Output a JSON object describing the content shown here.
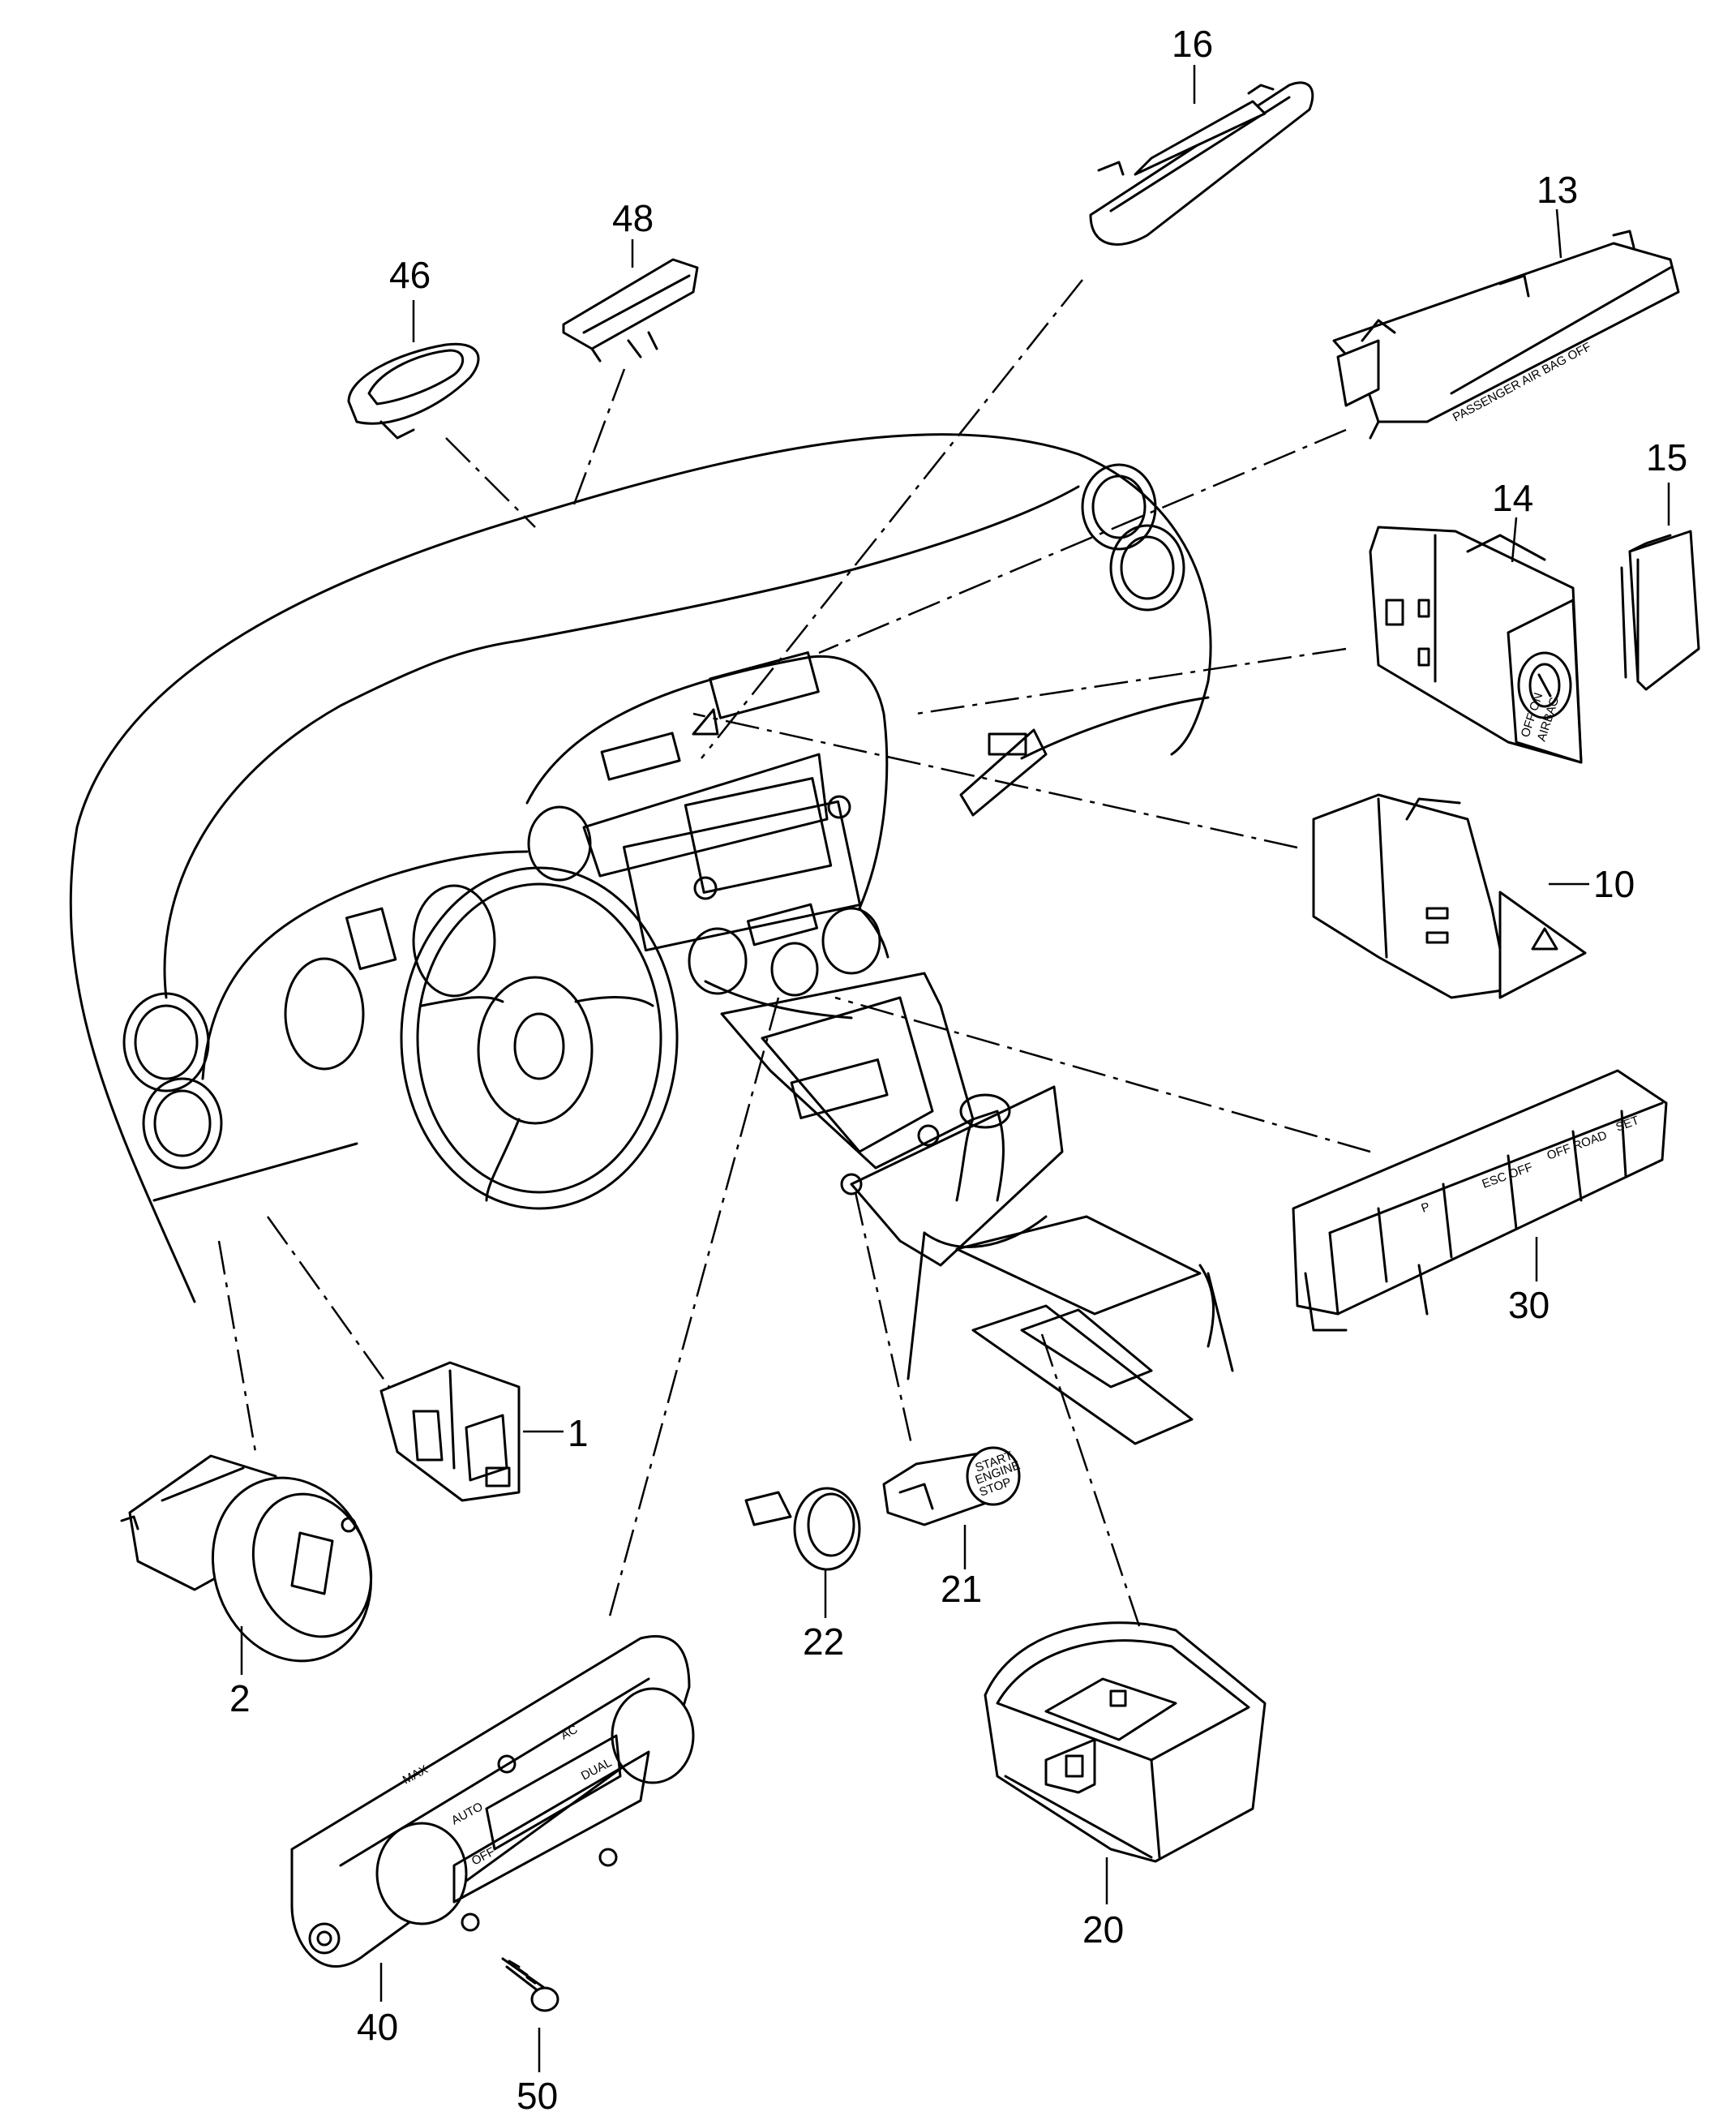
{
  "callouts": {
    "c1": "1",
    "c2": "2",
    "c10": "10",
    "c13": "13",
    "c14": "14",
    "c15": "15",
    "c16": "16",
    "c20": "20",
    "c21": "21",
    "c22": "22",
    "c30": "30",
    "c40": "40",
    "c46": "46",
    "c48": "48",
    "c50": "50"
  },
  "part_labels": {
    "airbag_switch_text": "PASSENGER AIR BAG OFF",
    "airbag_key_line1": "OFF ON",
    "airbag_key_line2": "AIRBAG",
    "start_line1": "START",
    "start_line2": "ENGINE",
    "start_line3": "STOP",
    "climate_max": "MAX",
    "climate_auto": "AUTO",
    "climate_off": "OFF",
    "climate_ac": "AC",
    "climate_dual": "DUAL",
    "switch_off": "OFF",
    "switch_park": "P",
    "switch_esc": "ESC OFF",
    "switch_hdc": "OFF ROAD",
    "switch_set": "SET"
  },
  "colors": {
    "ink": "#000000",
    "paper": "#ffffff"
  }
}
